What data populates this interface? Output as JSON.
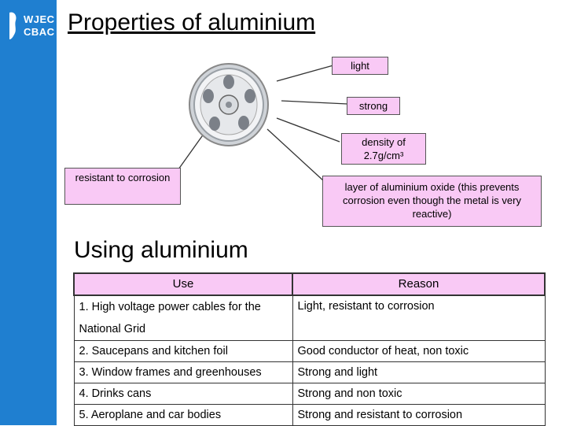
{
  "logo": {
    "line1": "WJEC",
    "line2": "CBAC"
  },
  "title": "Properties of aluminium",
  "callouts": {
    "light": "light",
    "strong": "strong",
    "density": "density of 2.7g/cm³",
    "corrosion": "resistant to corrosion",
    "oxide": "layer of aluminium oxide (this prevents corrosion even though the metal is very reactive)"
  },
  "section_heading": "Using aluminium",
  "table": {
    "headers": [
      "Use",
      "Reason"
    ],
    "rows": [
      {
        "use": "1. High voltage power cables for the National Grid",
        "reason": "Light, resistant to corrosion"
      },
      {
        "use": "2. Saucepans and kitchen foil",
        "reason": "Good conductor of heat, non toxic"
      },
      {
        "use": "3. Window frames and greenhouses",
        "reason": "Strong and light"
      },
      {
        "use": "4. Drinks cans",
        "reason": "Strong and non toxic"
      },
      {
        "use": "5. Aeroplane and car bodies",
        "reason": "Strong and resistant to corrosion"
      }
    ]
  },
  "colors": {
    "sidebar": "#1f7fd0",
    "callout_fill": "#f9c9f5"
  }
}
